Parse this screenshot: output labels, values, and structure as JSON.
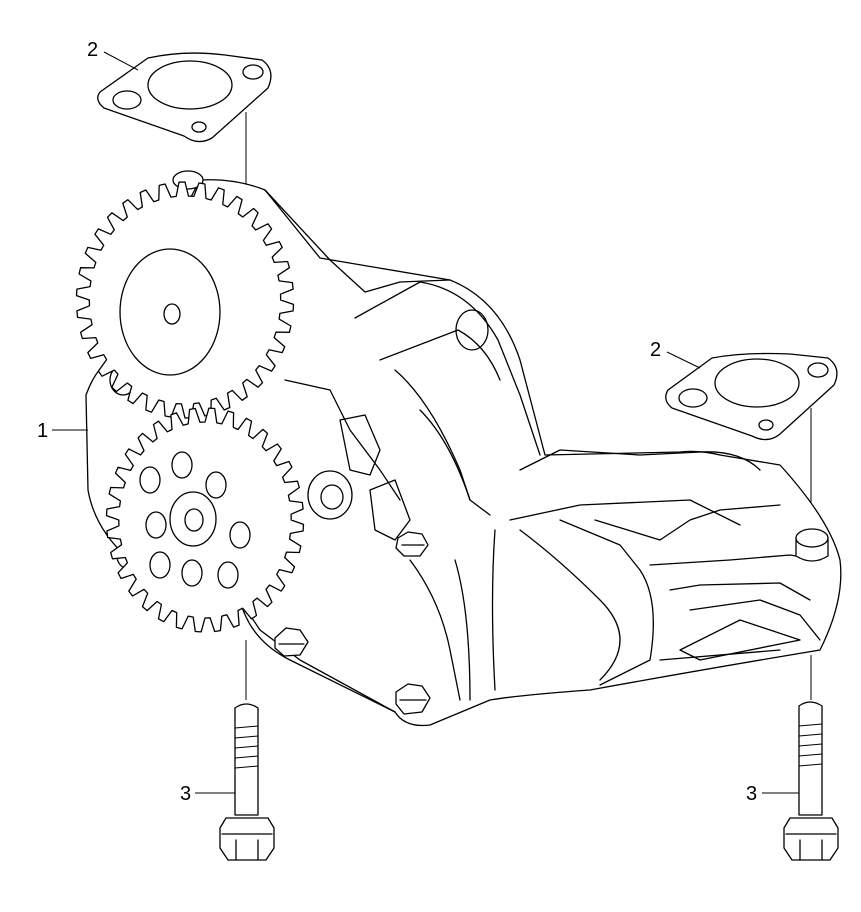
{
  "diagram": {
    "callouts": [
      {
        "id": "pump",
        "number": "1"
      },
      {
        "id": "gasket_top",
        "number": "2"
      },
      {
        "id": "gasket_right",
        "number": "2"
      },
      {
        "id": "bolt_left",
        "number": "3"
      },
      {
        "id": "bolt_right",
        "number": "3"
      }
    ],
    "line_color": "#000000",
    "background": "#ffffff"
  }
}
